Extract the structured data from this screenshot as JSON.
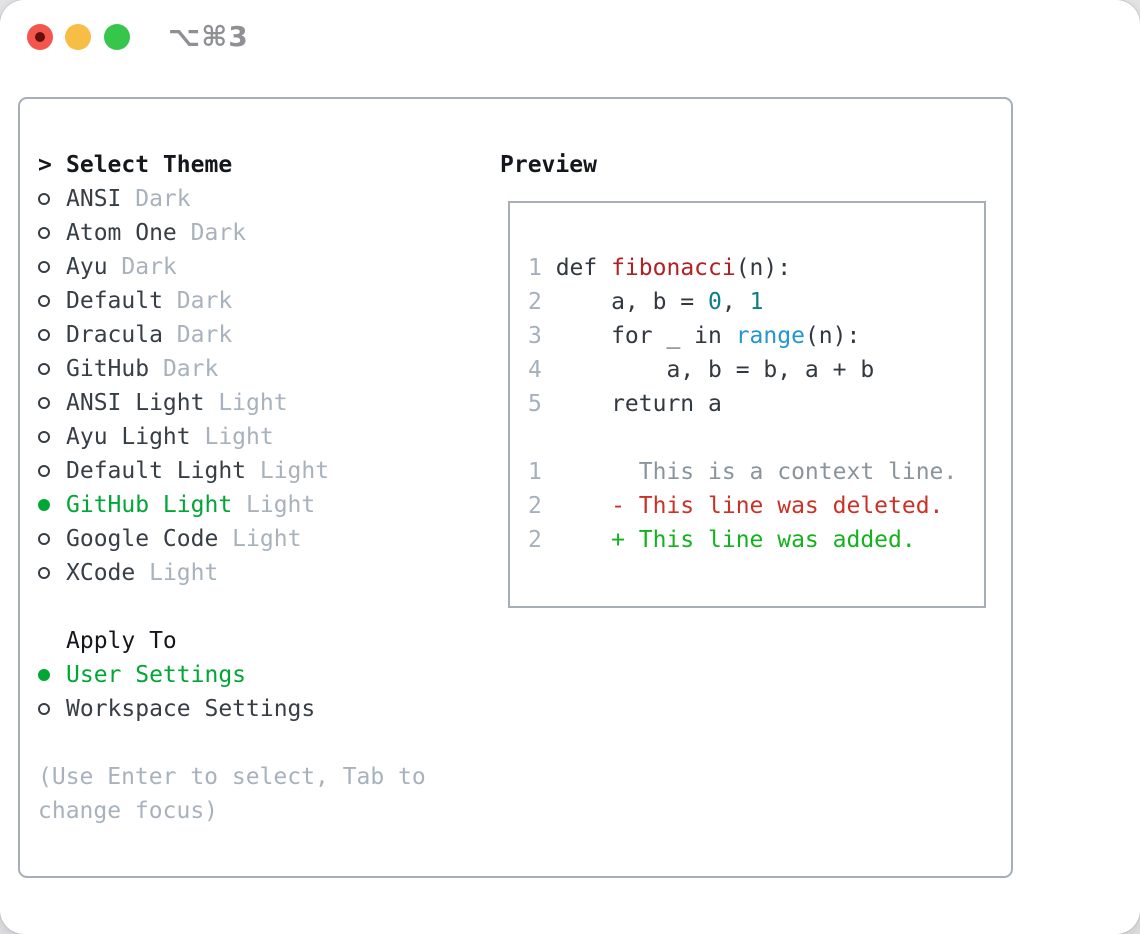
{
  "window": {
    "shortcut_label": "⌥⌘3"
  },
  "colors": {
    "window-bg": "#ffffff",
    "box-border": "#a7aeb8",
    "tl-red": "#f2564d",
    "tl-red-dot": "#640f08",
    "tl-yellow": "#f7bd45",
    "tl-green": "#36c64c",
    "shortcut-gray": "#8e9094",
    "header-text": "#14171b",
    "item-text": "#373e46",
    "muted-gray": "#a8b2bd",
    "select-green": "#00a636",
    "linenum-gray": "#a6b0bc",
    "code-text": "#32383f",
    "func-red": "#b12022",
    "num-teal": "#0b7f86",
    "builtin-blue": "#2196d3",
    "context-gray": "#8b949d",
    "deleted-red": "#cb3227",
    "added-green": "#13b21e"
  },
  "theme_panel": {
    "header": {
      "marker": ">",
      "label": "Select Theme"
    },
    "themes": [
      {
        "name": "ANSI",
        "variant": "Dark",
        "selected": false
      },
      {
        "name": "Atom One",
        "variant": "Dark",
        "selected": false
      },
      {
        "name": "Ayu",
        "variant": "Dark",
        "selected": false
      },
      {
        "name": "Default",
        "variant": "Dark",
        "selected": false
      },
      {
        "name": "Dracula",
        "variant": "Dark",
        "selected": false
      },
      {
        "name": "GitHub",
        "variant": "Dark",
        "selected": false
      },
      {
        "name": "ANSI Light",
        "variant": "Light",
        "selected": false
      },
      {
        "name": "Ayu Light",
        "variant": "Light",
        "selected": false
      },
      {
        "name": "Default Light",
        "variant": "Light",
        "selected": false
      },
      {
        "name": "GitHub Light",
        "variant": "Light",
        "selected": true
      },
      {
        "name": "Google Code",
        "variant": "Light",
        "selected": false
      },
      {
        "name": "XCode",
        "variant": "Light",
        "selected": false
      }
    ],
    "apply_to": {
      "label": "Apply To",
      "options": [
        {
          "label": "User Settings",
          "selected": true
        },
        {
          "label": "Workspace Settings",
          "selected": false
        }
      ]
    },
    "hint_lines": [
      "(Use Enter to select, Tab to",
      "change focus)"
    ]
  },
  "preview": {
    "title": "Preview",
    "code_lines": [
      {
        "num": "1",
        "tokens": [
          {
            "text": "def ",
            "type": "plain"
          },
          {
            "text": "fibonacci",
            "type": "func"
          },
          {
            "text": "(n):",
            "type": "plain"
          }
        ]
      },
      {
        "num": "2",
        "tokens": [
          {
            "text": "    a, b = ",
            "type": "plain"
          },
          {
            "text": "0",
            "type": "num"
          },
          {
            "text": ", ",
            "type": "plain"
          },
          {
            "text": "1",
            "type": "num"
          }
        ]
      },
      {
        "num": "3",
        "tokens": [
          {
            "text": "    for _ in ",
            "type": "plain"
          },
          {
            "text": "range",
            "type": "builtin"
          },
          {
            "text": "(n):",
            "type": "plain"
          }
        ]
      },
      {
        "num": "4",
        "tokens": [
          {
            "text": "        a, b = b, a + b",
            "type": "plain"
          }
        ]
      },
      {
        "num": "5",
        "tokens": [
          {
            "text": "    return a",
            "type": "plain"
          }
        ]
      }
    ],
    "diff_lines": [
      {
        "num": "1",
        "text": "      This is a context line.",
        "type": "context"
      },
      {
        "num": "2",
        "text": "    - This line was deleted.",
        "type": "deleted"
      },
      {
        "num": "2",
        "text": "    + This line was added.",
        "type": "added"
      }
    ]
  }
}
